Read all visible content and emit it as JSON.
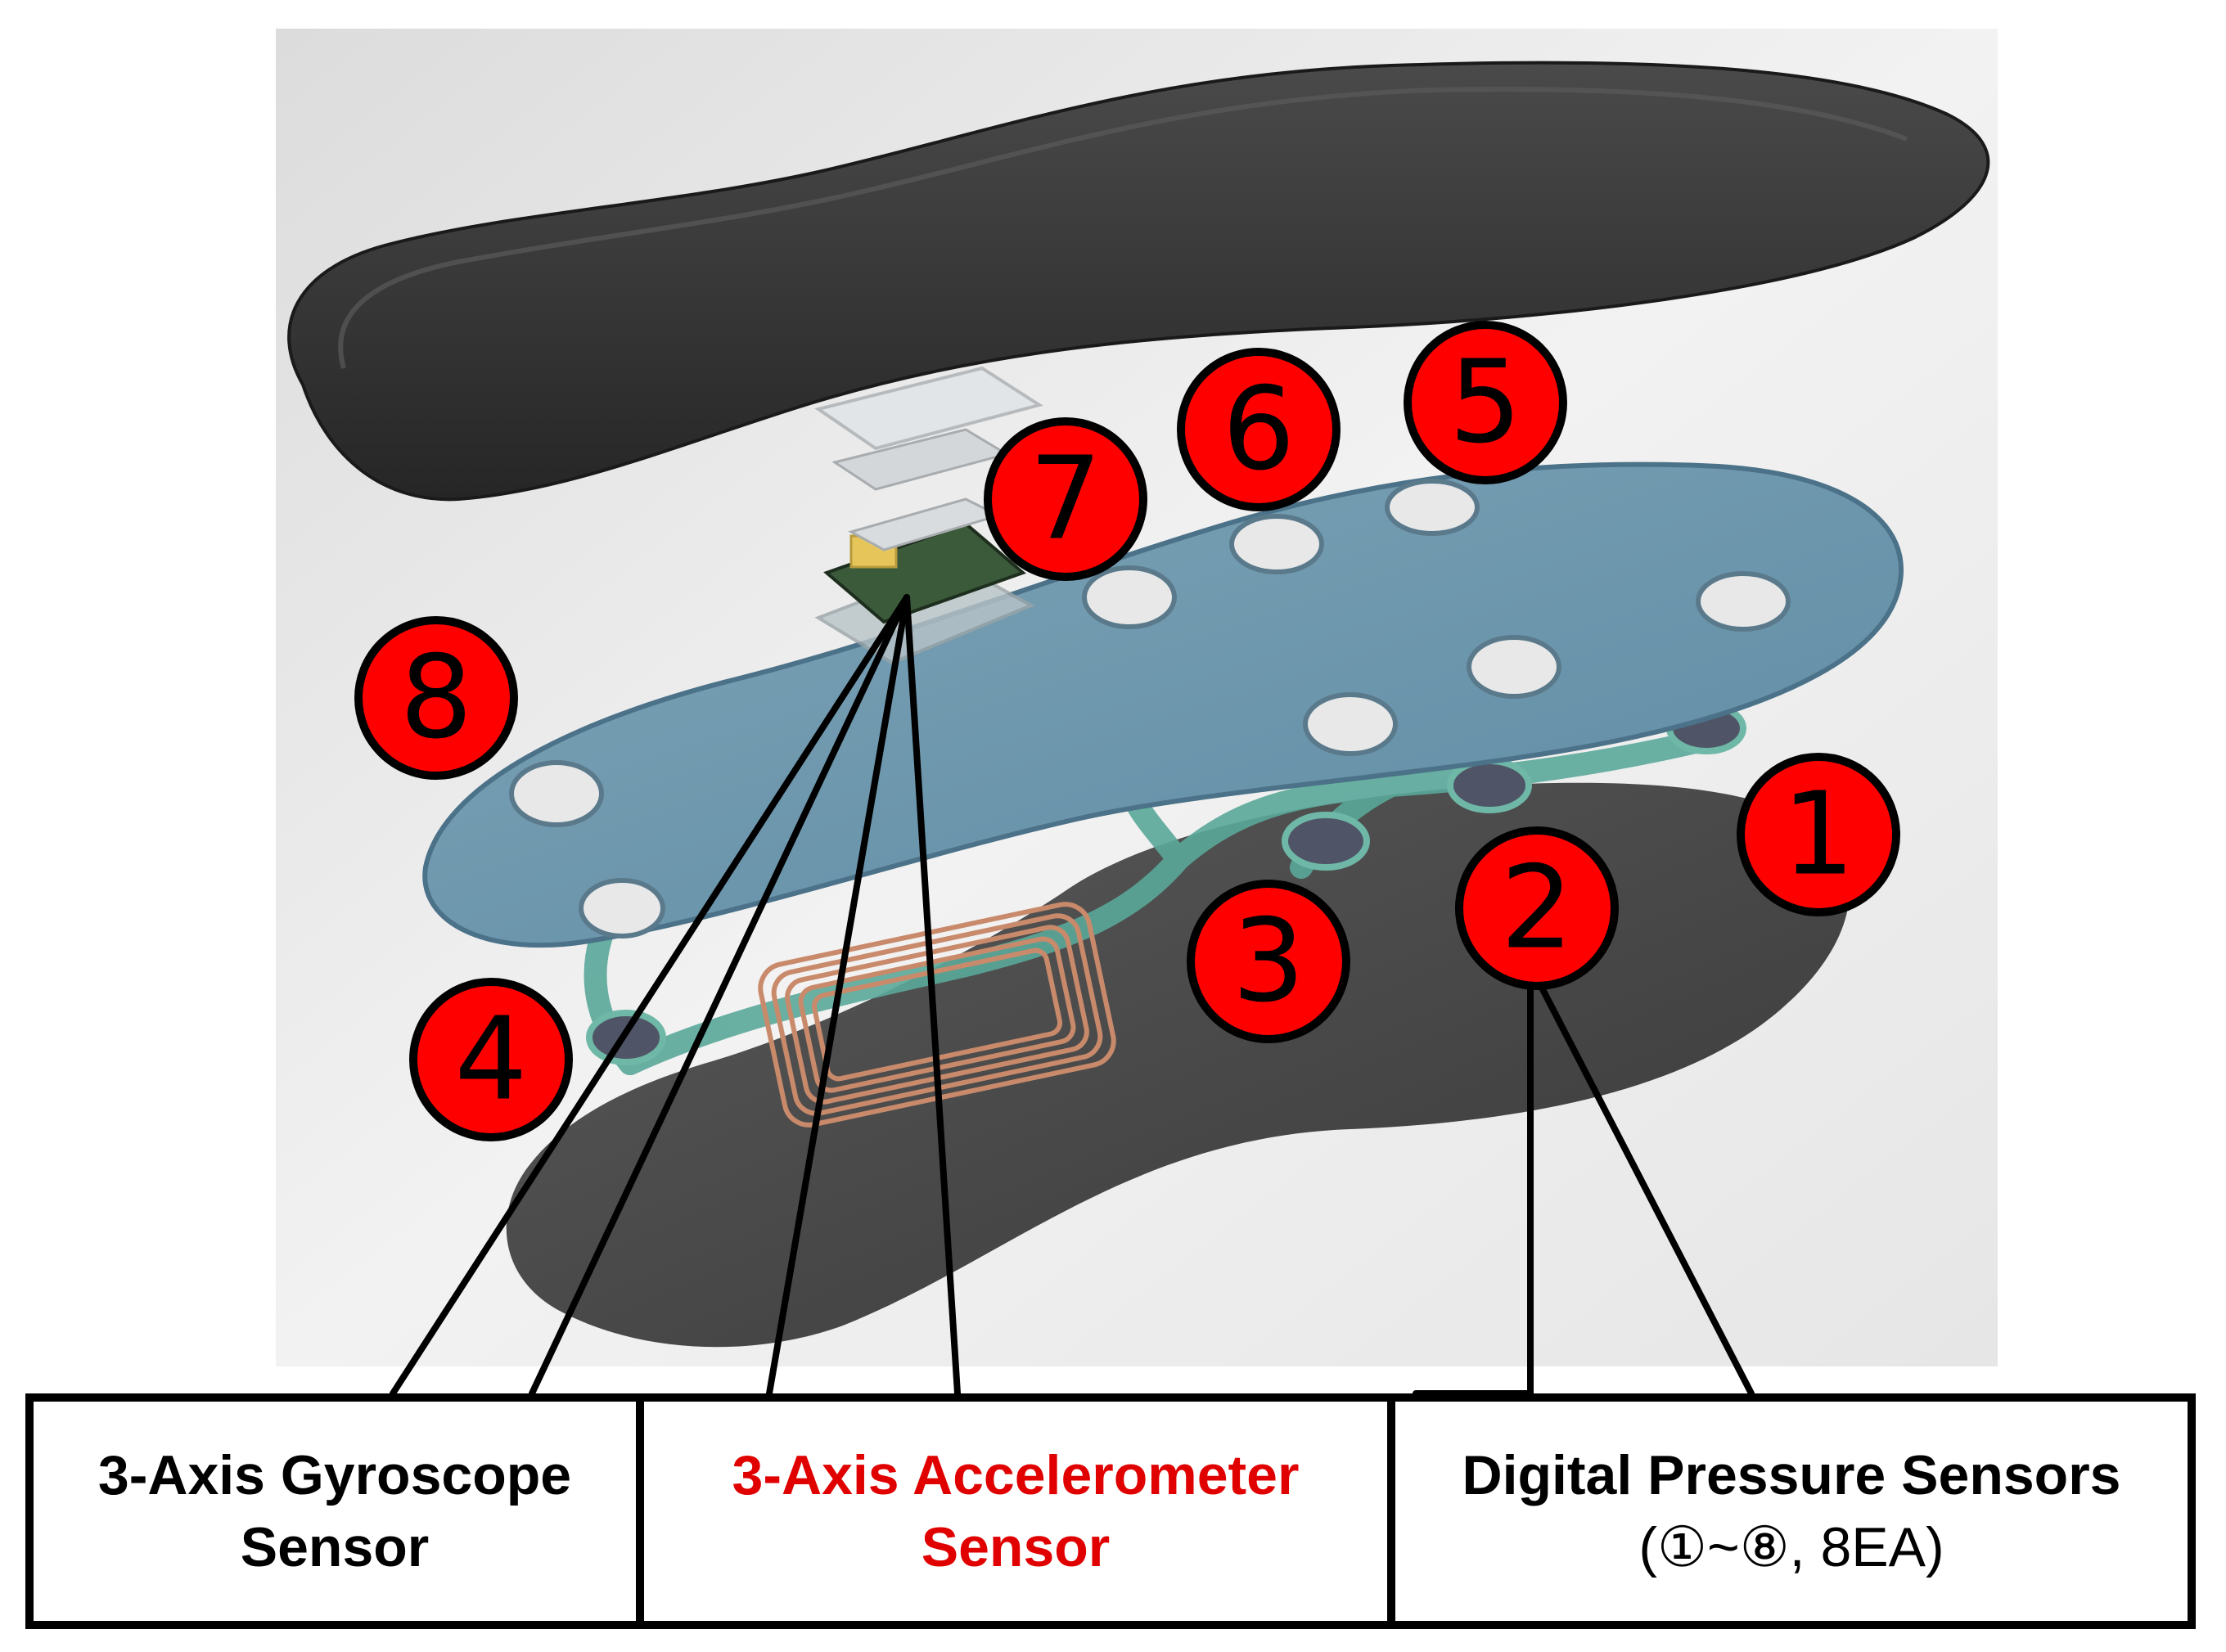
{
  "diagram": {
    "sensor_numbers": [
      "1",
      "2",
      "3",
      "4",
      "5",
      "6",
      "7",
      "8"
    ],
    "captions": {
      "gyroscope": {
        "line1": "3-Axis Gyroscope",
        "line2": "Sensor"
      },
      "accelerometer": {
        "line1": "3-Axis Accelerometer",
        "line2": "Sensor",
        "color": "#e00000"
      },
      "pressure": {
        "line1": "Digital Pressure Sensors",
        "line2": "(①~⑧, 8EA)"
      }
    },
    "colors": {
      "marker_fill": "#ff0000",
      "marker_outline": "#000000",
      "insole_top": "#3c3c3c",
      "pcb_layer": "#6f97ad",
      "base_layer": "#4a4a4a",
      "pressure_pad": "#4f5566",
      "circuit_trace": "#5aa89a",
      "coil": "#c88a6a"
    }
  }
}
